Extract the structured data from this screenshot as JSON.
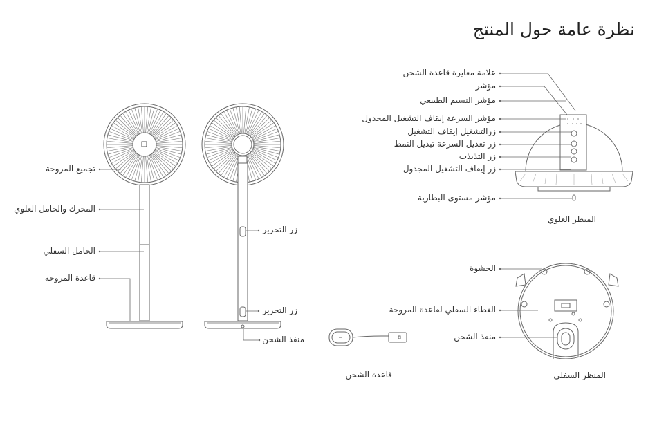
{
  "page": {
    "title": "نظرة عامة حول المنتج"
  },
  "left_labels": {
    "fan_assembly": "تجميع المروحة",
    "motor_upper_support": "المحرك والحامل العلوي",
    "lower_support": "الحامل السفلي",
    "fan_base": "قاعدة المروحة"
  },
  "middle_labels": {
    "release_button_1": "زر التحرير",
    "release_button_2": "زر التحرير",
    "charging_port": "منفذ الشحن"
  },
  "top_view": {
    "labels": [
      "علامة معايرة قاعدة الشحن",
      "مؤشر",
      "مؤشر النسيم الطبيعي",
      "مؤشر السرعة   إيقاف التشغيل المجدول",
      "زرالتشغيل   إيقاف التشغيل",
      "زر تعديل السرعة   تبديل النمط",
      "زر التذبذب",
      "زر إيقاف التشغيل المجدول"
    ],
    "battery_label": "مؤشر مستوى البطارية",
    "caption": "المنظر العلوي"
  },
  "bottom_view": {
    "pad_label": "الحشوة",
    "cover_label": "الغطاء السفلي لقاعدة المروحة",
    "port_label": "منفذ الشحن",
    "caption": "المنظر السفلي"
  },
  "charging_dock": {
    "caption": "قاعدة الشحن"
  },
  "colors": {
    "line": "#555555",
    "text": "#333333"
  }
}
